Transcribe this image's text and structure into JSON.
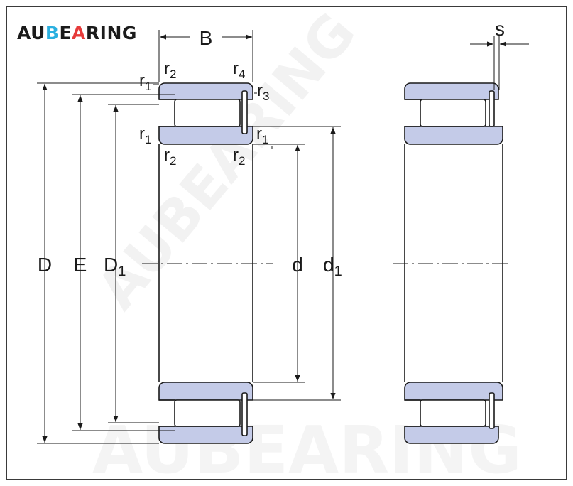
{
  "brand": {
    "logo_parts": [
      "AU",
      "B",
      "E",
      "A",
      "RING"
    ],
    "watermark_text": "AUBEARING",
    "colors": {
      "dark": "#1b1b1b",
      "blue": "#2ab0e0",
      "red": "#e63a3a",
      "ring_fill": "#c4cbe8"
    }
  },
  "labels": {
    "B": "B",
    "s": "s",
    "D": "D",
    "E": "E",
    "D1_main": "D",
    "D1_sub": "1",
    "d": "d",
    "d1_main": "d",
    "d1_sub": "1",
    "r": "r",
    "sub1": "1",
    "sub2": "2",
    "sub3": "3",
    "sub4": "4"
  }
}
